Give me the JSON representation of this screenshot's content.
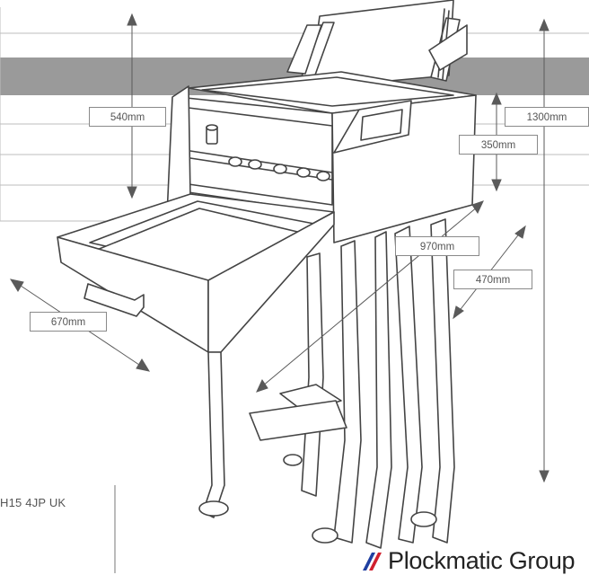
{
  "dimensions": {
    "height_stand": "540mm",
    "total_height": "1300mm",
    "upper_height": "350mm",
    "width": "970mm",
    "depth": "470mm",
    "tray_length": "670mm"
  },
  "address_tail": "H15 4JP  UK",
  "brand": {
    "name": "Plockmatic Group",
    "colors": {
      "blue": "#1f3fa0",
      "red": "#d0202e"
    }
  }
}
